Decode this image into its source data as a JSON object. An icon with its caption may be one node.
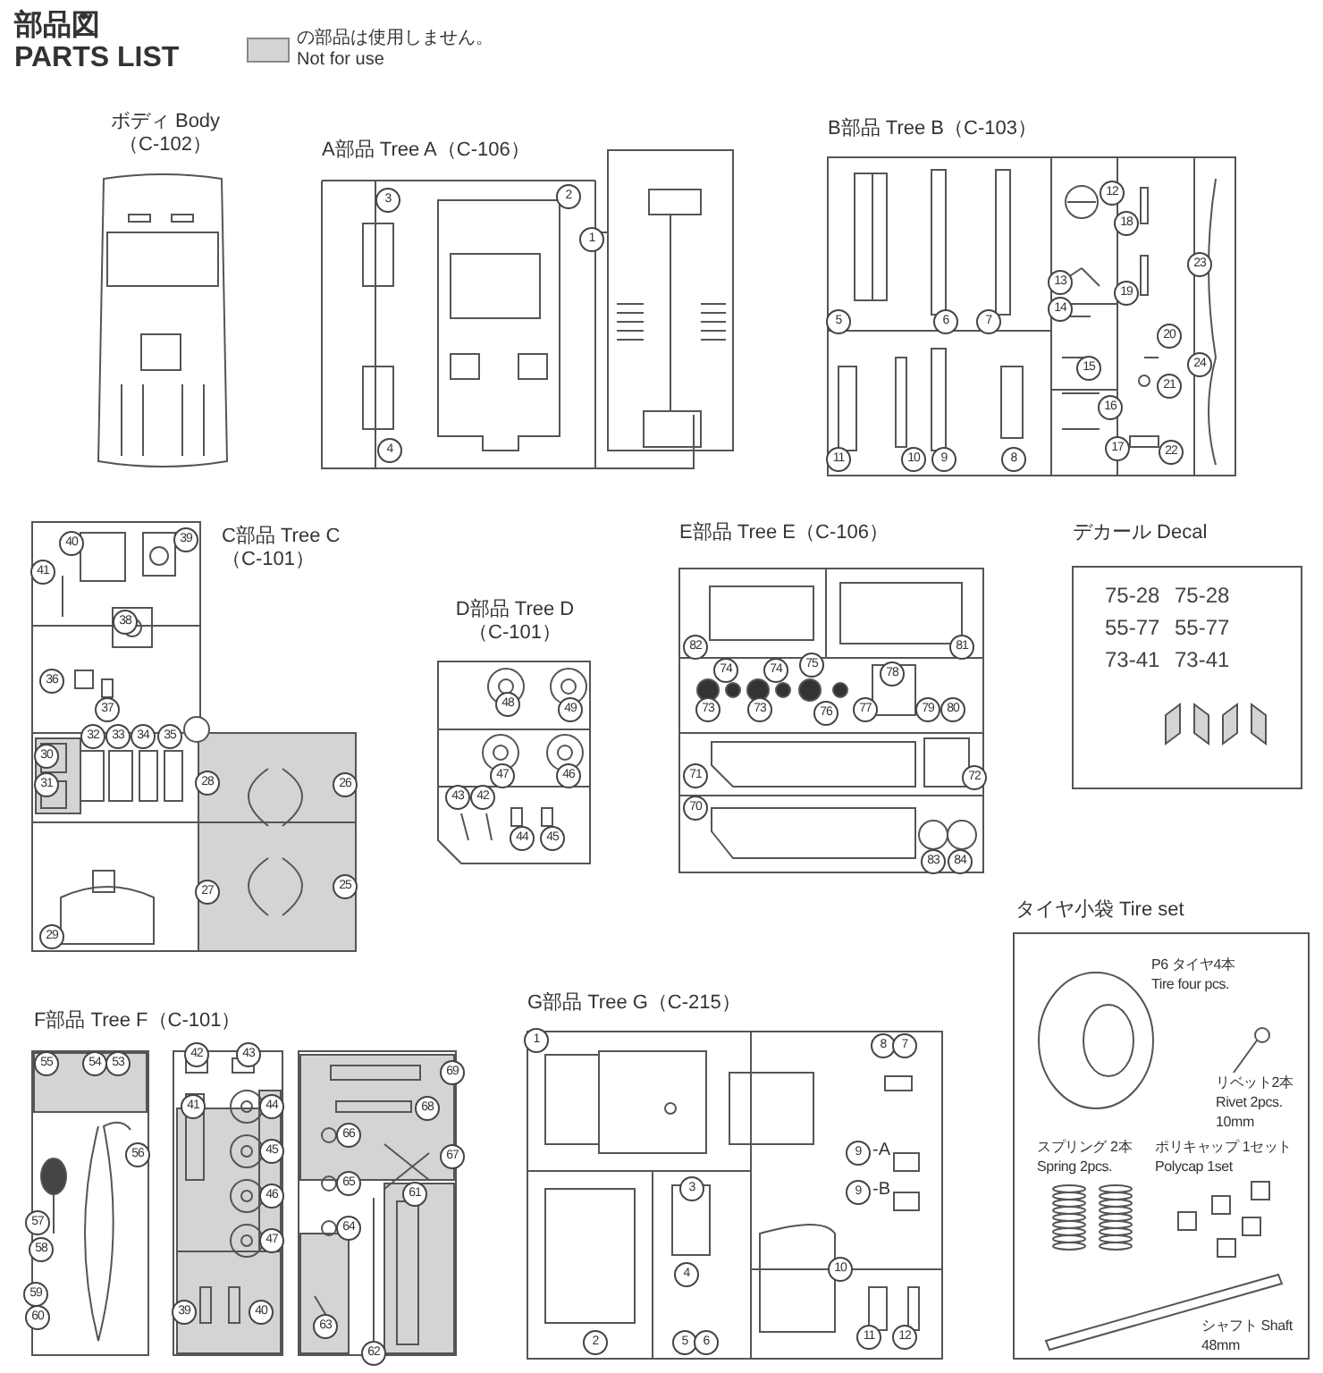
{
  "diagram": {
    "title": "部品図 PARTS LIST",
    "nodes": [
      {
        "text": [
          "ボディ Body （C-102）"
        ]
      },
      {
        "text": [
          "A部品 Tree A（C-106）"
        ]
      },
      {
        "text": [
          "3"
        ],
        "in": 1
      },
      {
        "text": [
          "2"
        ],
        "in": 1
      },
      {
        "text": [
          "1"
        ],
        "in": 1
      },
      {
        "text": [
          "4"
        ],
        "in": 1
      },
      {
        "text": [
          "B部品 Tree B（C-103）"
        ]
      },
      {
        "text": [
          "12"
        ],
        "in": 6
      },
      {
        "text": [
          "18"
        ],
        "in": 6
      },
      {
        "text": [
          "13"
        ],
        "in": 6
      },
      {
        "text": [
          "19"
        ],
        "in": 6
      },
      {
        "text": [
          "14"
        ],
        "in": 6
      },
      {
        "text": [
          "23"
        ],
        "in": 6
      },
      {
        "text": [
          "5"
        ],
        "in": 6
      },
      {
        "text": [
          "6"
        ],
        "in": 6
      },
      {
        "text": [
          "7"
        ],
        "in": 6
      },
      {
        "text": [
          "20"
        ],
        "in": 6
      },
      {
        "text": [
          "15"
        ],
        "in": 6
      },
      {
        "text": [
          "24"
        ],
        "in": 6
      },
      {
        "text": [
          "16"
        ],
        "in": 6
      },
      {
        "text": [
          "21"
        ],
        "in": 6
      },
      {
        "text": [
          "17"
        ],
        "in": 6
      },
      {
        "text": [
          "22"
        ],
        "in": 6
      },
      {
        "text": [
          "11"
        ],
        "in": 6
      },
      {
        "text": [
          "10"
        ],
        "in": 6
      },
      {
        "text": [
          "9"
        ],
        "in": 6
      },
      {
        "text": [
          "8"
        ],
        "in": 6
      },
      {
        "text": [
          "C部品 Tree C （C-101）"
        ]
      },
      {
        "text": [
          "40"
        ],
        "in": 27
      },
      {
        "text": [
          "39"
        ],
        "in": 27
      },
      {
        "text": [
          "41"
        ],
        "in": 27
      },
      {
        "text": [
          "38"
        ],
        "in": 27
      },
      {
        "text": [
          "36"
        ],
        "in": 27
      },
      {
        "text": [
          "37"
        ],
        "in": 27
      },
      {
        "text": [
          "32"
        ],
        "in": 27
      },
      {
        "text": [
          "33"
        ],
        "in": 27
      },
      {
        "text": [
          "34"
        ],
        "in": 27
      },
      {
        "text": [
          "35"
        ],
        "in": 27
      },
      {
        "text": [
          "30"
        ],
        "in": 27
      },
      {
        "text": [
          "31"
        ],
        "in": 27
      },
      {
        "text": [
          "28"
        ],
        "in": 27
      },
      {
        "text": [
          "26"
        ],
        "in": 27
      },
      {
        "text": [
          "27"
        ],
        "in": 27
      },
      {
        "text": [
          "25"
        ],
        "in": 27
      },
      {
        "text": [
          "29"
        ],
        "in": 27
      },
      {
        "text": [
          "D部品 Tree D （C-101）"
        ]
      },
      {
        "text": [
          "48"
        ],
        "in": 45
      },
      {
        "text": [
          "49"
        ],
        "in": 45
      },
      {
        "text": [
          "47"
        ],
        "in": 45
      },
      {
        "text": [
          "46"
        ],
        "in": 45
      },
      {
        "text": [
          "43"
        ],
        "in": 45
      },
      {
        "text": [
          "42"
        ],
        "in": 45
      },
      {
        "text": [
          "44"
        ],
        "in": 45
      },
      {
        "text": [
          "45"
        ],
        "in": 45
      },
      {
        "text": [
          "E部品 Tree E（C-106）"
        ]
      },
      {
        "text": [
          "82"
        ],
        "in": 54
      },
      {
        "text": [
          "81"
        ],
        "in": 54
      },
      {
        "text": [
          "74"
        ],
        "in": 54
      },
      {
        "text": [
          "74"
        ],
        "in": 54
      },
      {
        "text": [
          "75"
        ],
        "in": 54
      },
      {
        "text": [
          "78"
        ],
        "in": 54
      },
      {
        "text": [
          "73"
        ],
        "in": 54
      },
      {
        "text": [
          "73"
        ],
        "in": 54
      },
      {
        "text": [
          "76"
        ],
        "in": 54
      },
      {
        "text": [
          "77"
        ],
        "in": 54
      },
      {
        "text": [
          "79"
        ],
        "in": 54
      },
      {
        "text": [
          "80"
        ],
        "in": 54
      },
      {
        "text": [
          "71"
        ],
        "in": 54
      },
      {
        "text": [
          "72"
        ],
        "in": 54
      },
      {
        "text": [
          "70"
        ],
        "in": 54
      },
      {
        "text": [
          "83"
        ],
        "in": 54
      },
      {
        "text": [
          "84"
        ],
        "in": 54
      },
      {
        "text": [
          "デカール Decal"
        ]
      },
      {
        "text": [
          "タイヤ小袋 Tire set",
          "P6 タイヤ4本 Tire four pcs.",
          "リベット2本 Rivet 2pcs. 10mm",
          "スプリング 2本 Spring 2pcs.",
          "ポリキャップ 1セット Polycap 1set",
          "シャフト Shaft 48mm"
        ]
      },
      {
        "text": [
          "F部品 Tree F（C-101）"
        ]
      },
      {
        "text": [
          "55"
        ],
        "in": 74
      },
      {
        "text": [
          "54"
        ],
        "in": 74
      },
      {
        "text": [
          "53"
        ],
        "in": 74
      },
      {
        "text": [
          "56"
        ],
        "in": 74
      },
      {
        "text": [
          "57"
        ],
        "in": 74
      },
      {
        "text": [
          "58"
        ],
        "in": 74
      },
      {
        "text": [
          "59"
        ],
        "in": 74
      },
      {
        "text": [
          "60"
        ],
        "in": 74
      },
      {
        "text": [
          "42"
        ],
        "in": 74
      },
      {
        "text": [
          "43"
        ],
        "in": 74
      },
      {
        "text": [
          "41"
        ],
        "in": 74
      },
      {
        "text": [
          "44"
        ],
        "in": 74
      },
      {
        "text": [
          "45"
        ],
        "in": 74
      },
      {
        "text": [
          "46"
        ],
        "in": 74
      },
      {
        "text": [
          "47"
        ],
        "in": 74
      },
      {
        "text": [
          "39"
        ],
        "in": 74
      },
      {
        "text": [
          "40"
        ],
        "in": 74
      },
      {
        "text": [
          "69"
        ],
        "in": 74
      },
      {
        "text": [
          "68"
        ],
        "in": 74
      },
      {
        "text": [
          "66"
        ],
        "in": 74
      },
      {
        "text": [
          "67"
        ],
        "in": 74
      },
      {
        "text": [
          "65"
        ],
        "in": 74
      },
      {
        "text": [
          "61"
        ],
        "in": 74
      },
      {
        "text": [
          "64"
        ],
        "in": 74
      },
      {
        "text": [
          "63"
        ],
        "in": 74
      },
      {
        "text": [
          "62"
        ],
        "in": 74
      },
      {
        "text": [
          "G部品 Tree G（C-215）"
        ]
      },
      {
        "text": [
          "1"
        ],
        "in": 101
      },
      {
        "text": [
          "8"
        ],
        "in": 101
      },
      {
        "text": [
          "7"
        ],
        "in": 101
      },
      {
        "text": [
          "9"
        ],
        "in": 101,
        "beside": [
          "-A"
        ]
      },
      {
        "text": [
          "9"
        ],
        "in": 101,
        "beside": [
          "-B"
        ]
      },
      {
        "text": [
          "3"
        ],
        "in": 101
      },
      {
        "text": [
          "10"
        ],
        "in": 101
      },
      {
        "text": [
          "4"
        ],
        "in": 101
      },
      {
        "text": [
          "2"
        ],
        "in": 101
      },
      {
        "text": [
          "5"
        ],
        "in": 101
      },
      {
        "text": [
          "6"
        ],
        "in": 101
      },
      {
        "text": [
          "11"
        ],
        "in": 101
      },
      {
        "text": [
          "12"
        ],
        "in": 101
      }
    ],
    "labels": [
      "75-28",
      "75-28",
      "55-77",
      "55-77",
      "73-41",
      "73-41"
    ],
    "legend": [
      {
        "text": "の部品は使用しません。 Not for use",
        "color": "#d4d4d4"
      }
    ]
  }
}
